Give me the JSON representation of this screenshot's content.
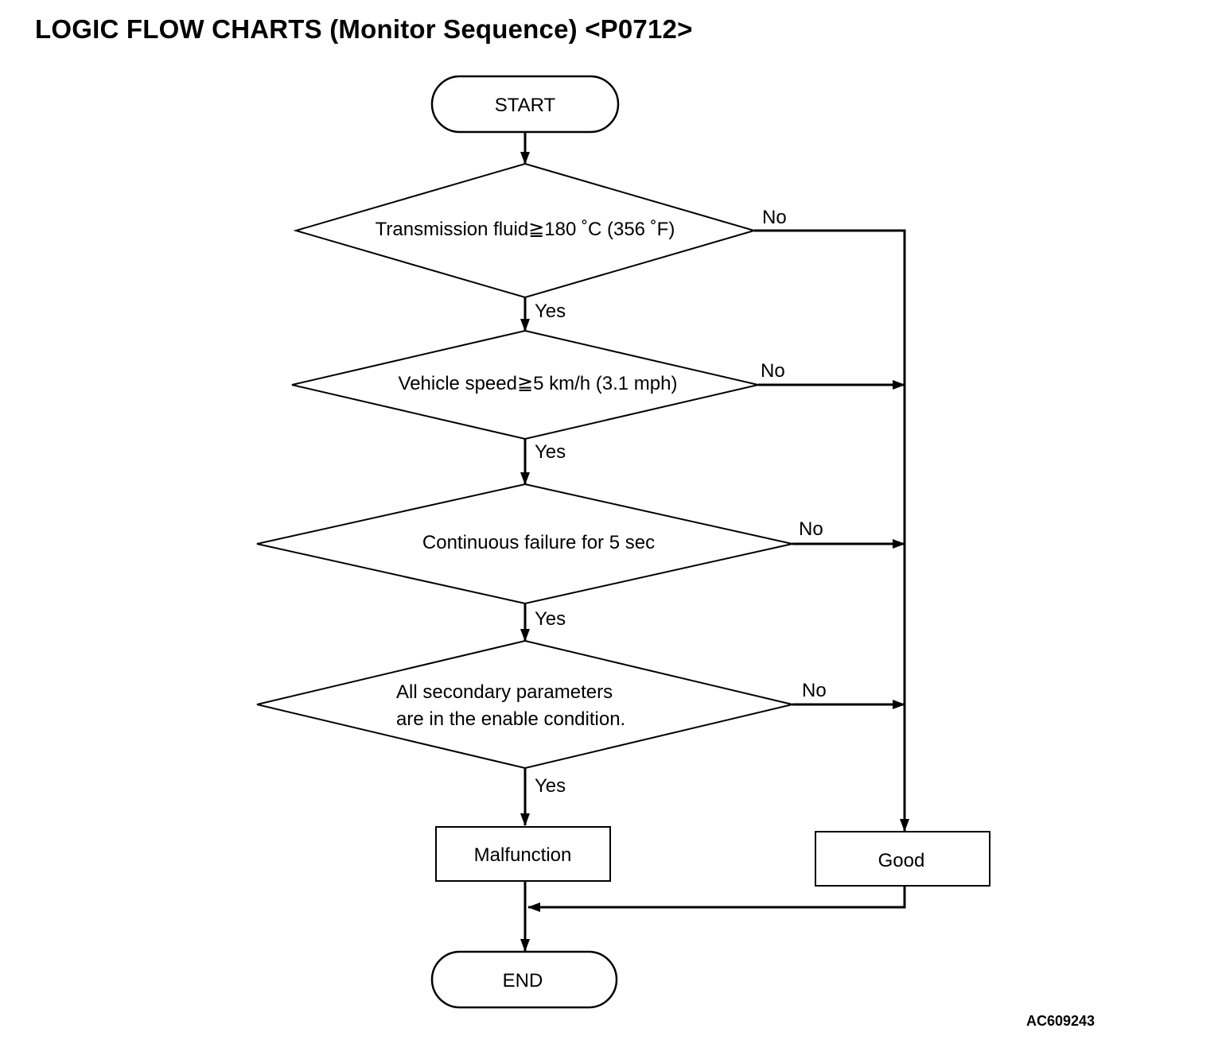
{
  "title": "LOGIC FLOW CHARTS (Monitor Sequence) <P0712>",
  "figure_code": "AC609243",
  "nodes": {
    "start": "START",
    "decision1": "Transmission fluid≧180 ˚C (356 ˚F)",
    "decision2": "Vehicle speed≧5 km/h (3.1 mph)",
    "decision3": "Continuous failure for 5 sec",
    "decision4_line1": "All secondary parameters",
    "decision4_line2": "are in the enable condition.",
    "malfunction": "Malfunction",
    "good": "Good",
    "end": "END"
  },
  "labels": {
    "yes": "Yes",
    "no": "No"
  }
}
